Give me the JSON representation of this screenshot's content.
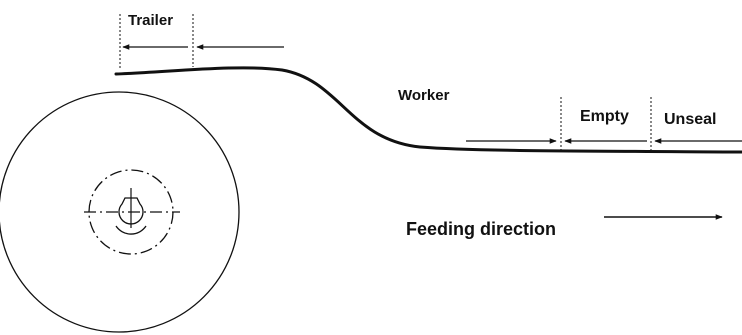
{
  "labels": {
    "trailer": "Trailer",
    "worker": "Worker",
    "empty": "Empty",
    "unseal": "Unseal",
    "feeding_direction": "Feeding direction"
  },
  "colors": {
    "stroke": "#111111",
    "background": "#ffffff"
  }
}
